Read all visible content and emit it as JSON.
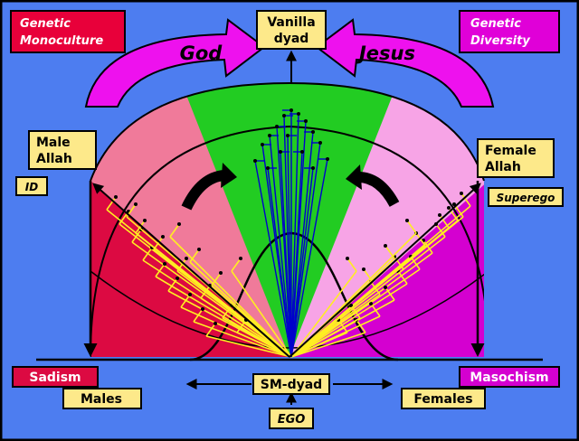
{
  "colors": {
    "background": "#4d7df0",
    "frame": "#000000",
    "label_box": "#fde98a",
    "red_box": "#e8003a",
    "magenta_box": "#e000d8",
    "sadism_box": "#dc0a42",
    "masochism_box": "#d400d0",
    "god_arrow": "#ee11ee",
    "jesus_arrow": "#ee11ee",
    "green_wedge": "#22cc22",
    "left_pink": "#f07a9a",
    "right_pink": "#f7a4e6",
    "yellow_lines": "#ffee22",
    "blue_lines": "#0000cc"
  },
  "labels": {
    "genetic_monoculture": [
      "Genetic",
      "Monoculture"
    ],
    "genetic_diversity": [
      "Genetic",
      "Diversity"
    ],
    "god": "God",
    "jesus": "Jesus",
    "vanilla_dyad": [
      "Vanilla",
      "dyad"
    ],
    "male_allah": [
      "Male",
      "Allah"
    ],
    "female_allah": [
      "Female",
      "Allah"
    ],
    "id": "ID",
    "superego": "Superego",
    "sadism": "Sadism",
    "masochism": "Masochism",
    "males": "Males",
    "females": "Females",
    "sm_dyad": "SM-dyad",
    "ego": "EGO"
  }
}
